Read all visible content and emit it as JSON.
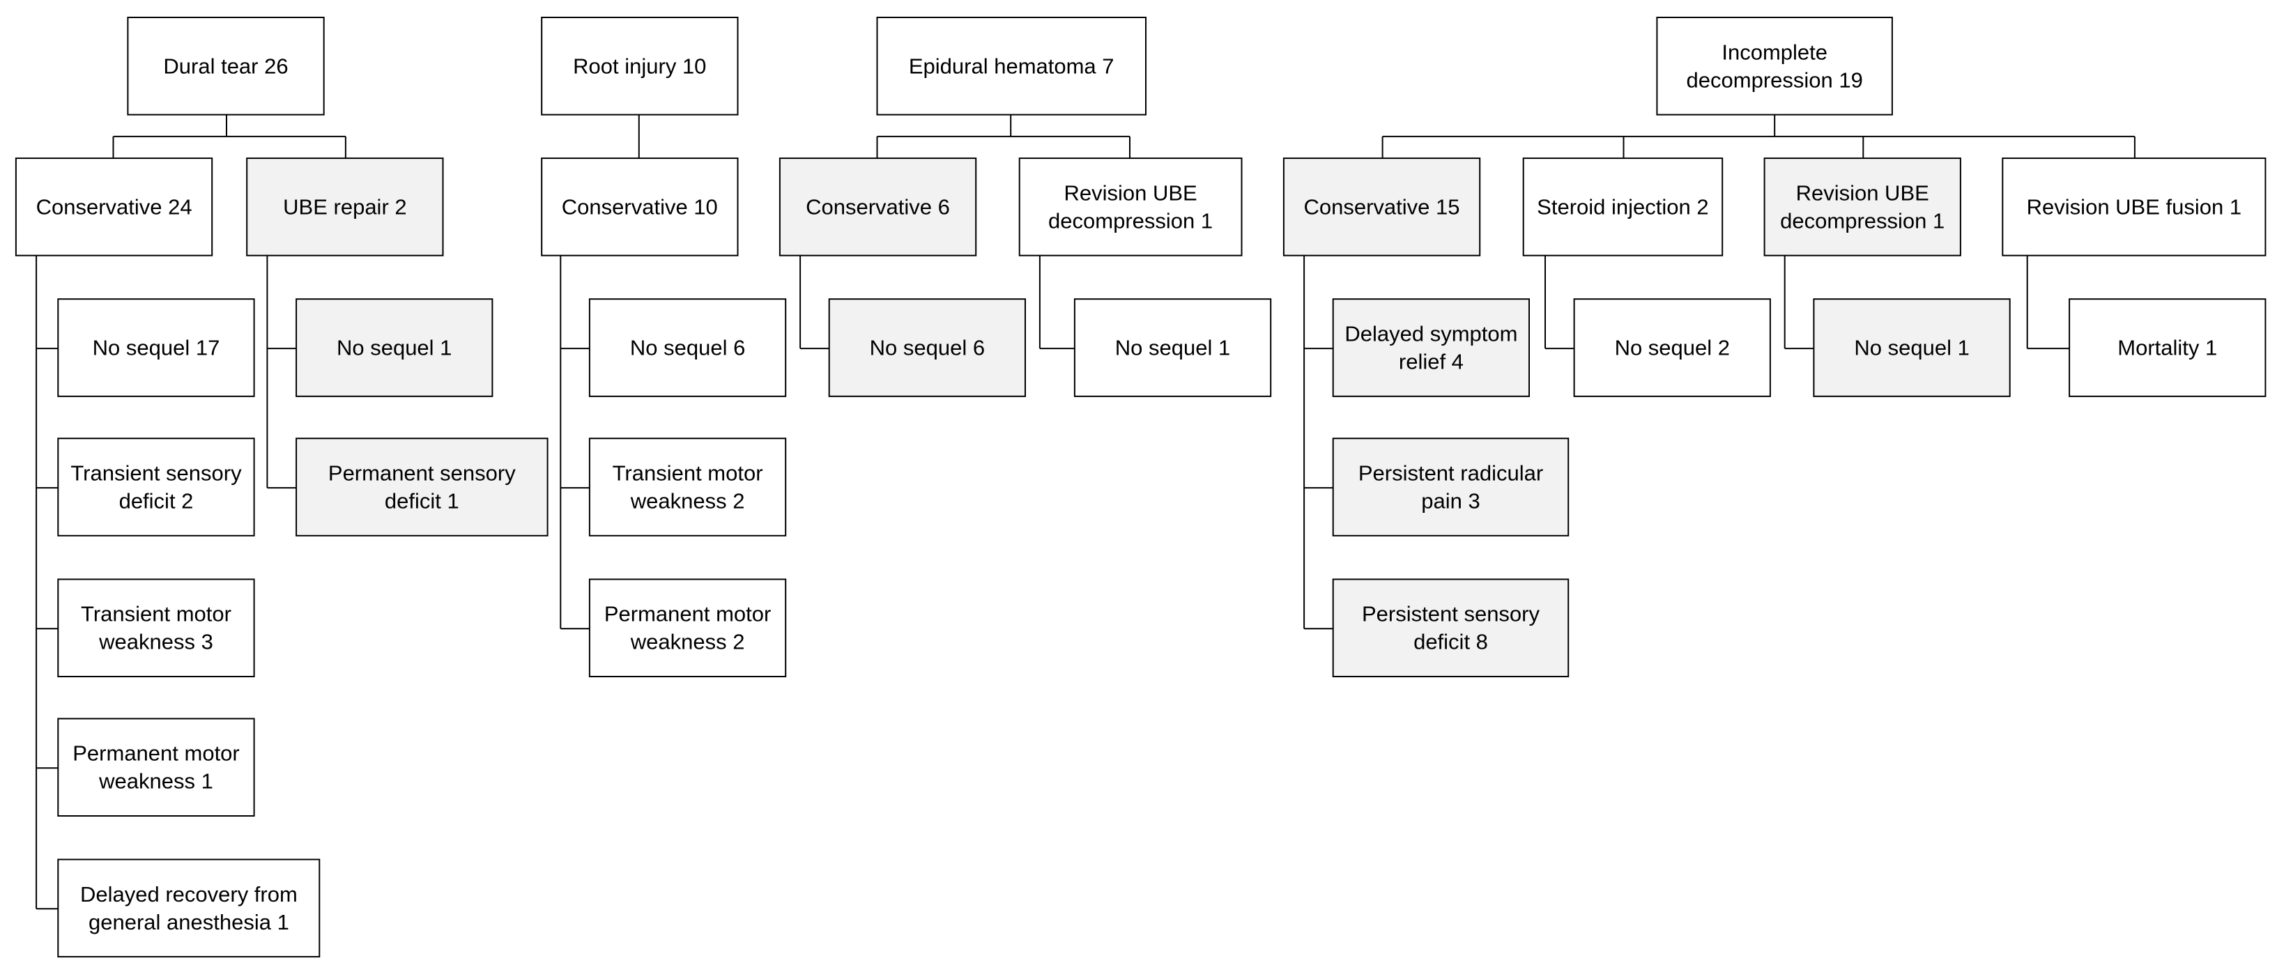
{
  "colors": {
    "white": "#ffffff",
    "gray": "#f2f2f2",
    "stroke": "#000000"
  },
  "roots": {
    "dural_tear": {
      "lines": [
        "Dural tear 26"
      ]
    },
    "root_injury": {
      "lines": [
        "Root injury 10"
      ]
    },
    "epidural_hematoma": {
      "lines": [
        "Epidural hematoma 7"
      ]
    },
    "incomplete_decompression": {
      "lines": [
        "Incomplete",
        "decompression 19"
      ]
    }
  },
  "treatments": {
    "dt_conservative": {
      "lines": [
        "Conservative 24"
      ],
      "shaded": false
    },
    "dt_ube_repair": {
      "lines": [
        "UBE repair 2"
      ],
      "shaded": true
    },
    "ri_conservative": {
      "lines": [
        "Conservative 10"
      ],
      "shaded": false
    },
    "eh_conservative": {
      "lines": [
        "Conservative 6"
      ],
      "shaded": true
    },
    "eh_revision_decompression": {
      "lines": [
        "Revision UBE",
        "decompression 1"
      ],
      "shaded": false
    },
    "id_conservative": {
      "lines": [
        "Conservative 15"
      ],
      "shaded": true
    },
    "id_steroid_injection": {
      "lines": [
        "Steroid injection 2"
      ],
      "shaded": false
    },
    "id_revision_decompression": {
      "lines": [
        "Revision UBE",
        "decompression 1"
      ],
      "shaded": true
    },
    "id_revision_fusion": {
      "lines": [
        "Revision UBE fusion 1"
      ],
      "shaded": false
    }
  },
  "outcomes": {
    "dt_c_no_sequel": {
      "lines": [
        "No sequel 17"
      ],
      "shaded": false
    },
    "dt_c_transient_sensory": {
      "lines": [
        "Transient sensory",
        "deficit 2"
      ],
      "shaded": false
    },
    "dt_c_transient_motor": {
      "lines": [
        "Transient motor",
        "weakness 3"
      ],
      "shaded": false
    },
    "dt_c_permanent_motor": {
      "lines": [
        "Permanent motor",
        "weakness 1"
      ],
      "shaded": false
    },
    "dt_c_delayed_recovery": {
      "lines": [
        "Delayed recovery from",
        "general anesthesia 1"
      ],
      "shaded": false
    },
    "dt_r_no_sequel": {
      "lines": [
        "No sequel 1"
      ],
      "shaded": true
    },
    "dt_r_permanent_sensory": {
      "lines": [
        "Permanent sensory",
        "deficit 1"
      ],
      "shaded": true
    },
    "ri_c_no_sequel": {
      "lines": [
        "No sequel 6"
      ],
      "shaded": false
    },
    "ri_c_transient_motor": {
      "lines": [
        "Transient motor",
        "weakness 2"
      ],
      "shaded": false
    },
    "ri_c_permanent_motor": {
      "lines": [
        "Permanent motor",
        "weakness 2"
      ],
      "shaded": false
    },
    "eh_c_no_sequel": {
      "lines": [
        "No sequel 6"
      ],
      "shaded": true
    },
    "eh_r_no_sequel": {
      "lines": [
        "No sequel 1"
      ],
      "shaded": false
    },
    "id_c_delayed_relief": {
      "lines": [
        "Delayed symptom",
        "relief 4"
      ],
      "shaded": true
    },
    "id_c_persistent_radicular": {
      "lines": [
        "Persistent radicular",
        "pain 3"
      ],
      "shaded": true
    },
    "id_c_persistent_sensory": {
      "lines": [
        "Persistent sensory",
        "deficit 8"
      ],
      "shaded": true
    },
    "id_s_no_sequel": {
      "lines": [
        "No sequel 2"
      ],
      "shaded": false
    },
    "id_rd_no_sequel": {
      "lines": [
        "No sequel 1"
      ],
      "shaded": true
    },
    "id_rf_mortality": {
      "lines": [
        "Mortality 1"
      ],
      "shaded": false
    }
  }
}
